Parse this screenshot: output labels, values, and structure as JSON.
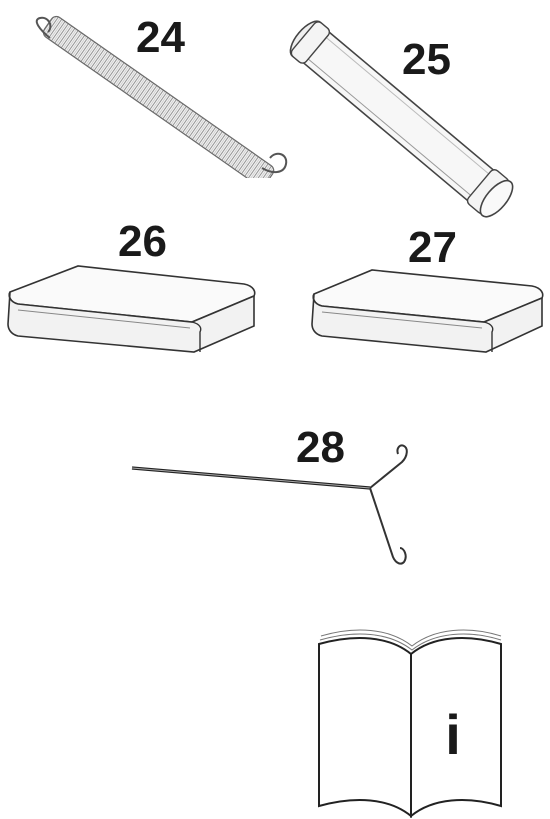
{
  "parts": [
    {
      "number": "24",
      "icon": "spring-icon"
    },
    {
      "number": "25",
      "icon": "tube-icon"
    },
    {
      "number": "26",
      "icon": "pad-icon"
    },
    {
      "number": "27",
      "icon": "pad-icon"
    },
    {
      "number": "28",
      "icon": "spring-puller-tool-icon"
    }
  ],
  "manual": {
    "icon": "instruction-manual-icon",
    "letter": "i"
  }
}
